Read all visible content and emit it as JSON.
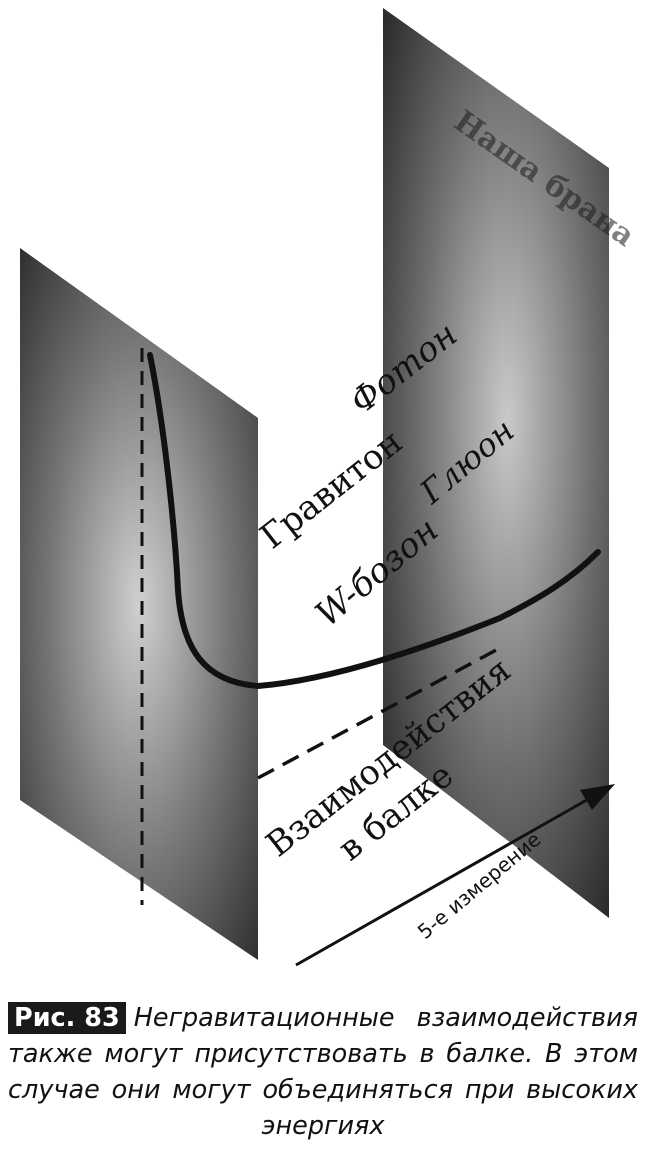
{
  "diagram": {
    "far_brane_label": "Наша брана",
    "photon_label": "Фотон",
    "graviton_label": "Гравитон",
    "gluon_label": "Глюон",
    "w_boson_label": "W-бозон",
    "bulk_label_line1": "Взаимодействия",
    "bulk_label_line2": "в балке",
    "axis_label": "5-е измерение"
  },
  "caption": {
    "figure_label": "Рис. 83",
    "text": "Негравитационные взаимодействия также могут присутствовать в балке. В этом случае они могут объединяться при высоких энергиях"
  },
  "colors": {
    "ink": "#111111",
    "panel_dark": "#2a2a2a",
    "panel_light": "#bdbdbd"
  }
}
